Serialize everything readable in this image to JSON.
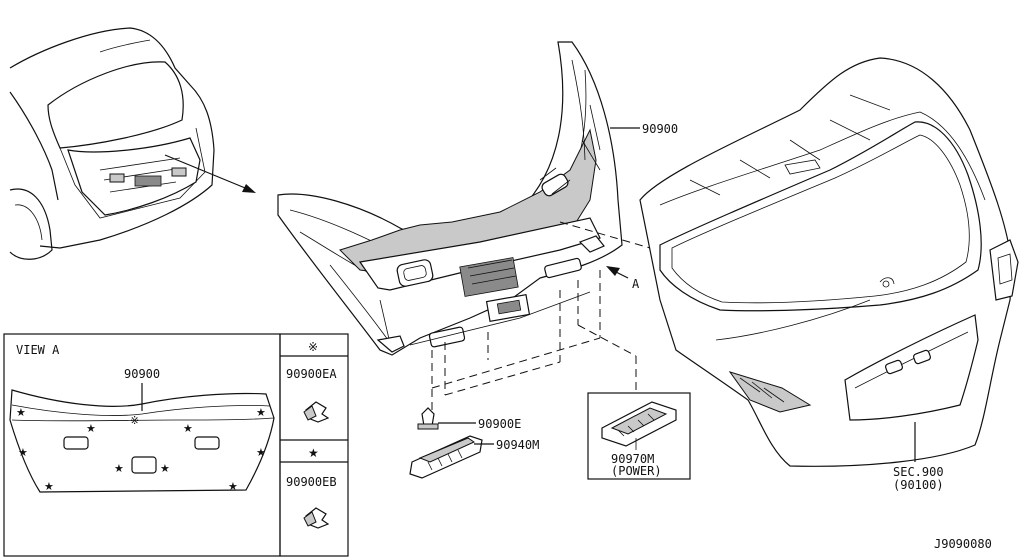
{
  "labels": {
    "trim": "90900",
    "clip_e": "90900E",
    "handle": "90940M",
    "switch_code": "90970M",
    "switch_note": "(POWER)",
    "sec_code": "SEC.900",
    "sec_sub": "(90100)",
    "view_title": "VIEW A",
    "view_part": "90900",
    "view_arrow": "A",
    "clip_ea": "90900EA",
    "clip_eb": "90900EB",
    "mark_clip_ea": "※",
    "mark_clip_eb": "★",
    "mark_center": "※",
    "mark_star": "★",
    "diagram_id": "J9090080"
  }
}
